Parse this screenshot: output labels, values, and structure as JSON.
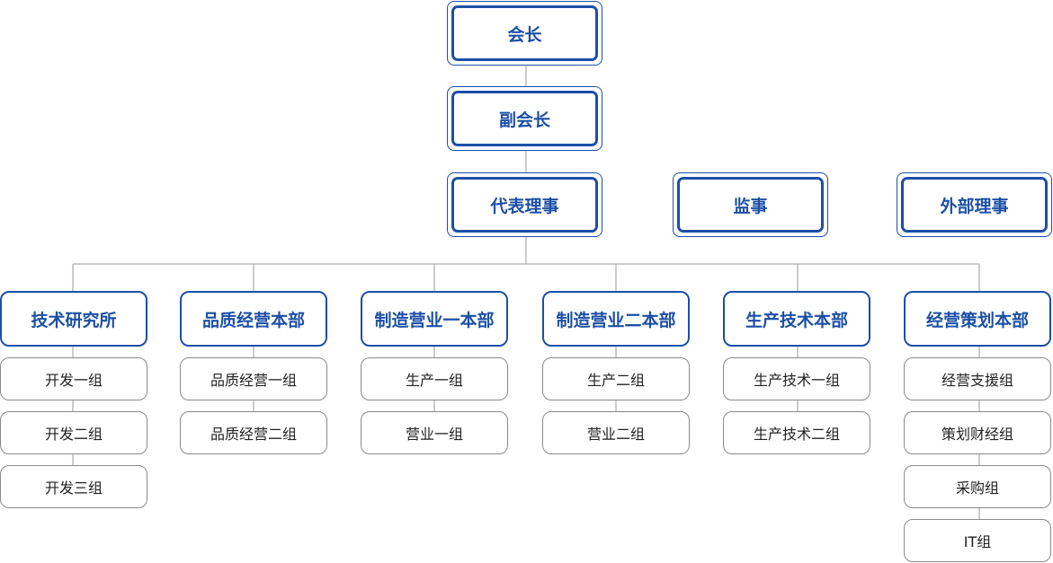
{
  "executives": {
    "chairman": "会长",
    "vice_chairman": "副会长",
    "representative_director": "代表理事",
    "auditor": "监事",
    "outside_director": "外部理事"
  },
  "departments": [
    {
      "label": "技术研究所",
      "teams": [
        "开发一组",
        "开发二组",
        "开发三组"
      ]
    },
    {
      "label": "品质经营本部",
      "teams": [
        "品质经营一组",
        "品质经营二组"
      ]
    },
    {
      "label": "制造营业一本部",
      "teams": [
        "生产一组",
        "营业一组"
      ]
    },
    {
      "label": "制造营业二本部",
      "teams": [
        "生产二组",
        "营业二组"
      ]
    },
    {
      "label": "生产技术本部",
      "teams": [
        "生产技术一组",
        "生产技术二组"
      ]
    },
    {
      "label": "经营策划本部",
      "teams": [
        "经营支援组",
        "策划财经组",
        "采购组",
        "IT组"
      ]
    }
  ],
  "colors": {
    "accent": "#1c4fa6",
    "connector": "#999999",
    "team_border": "#8a8a8a"
  }
}
